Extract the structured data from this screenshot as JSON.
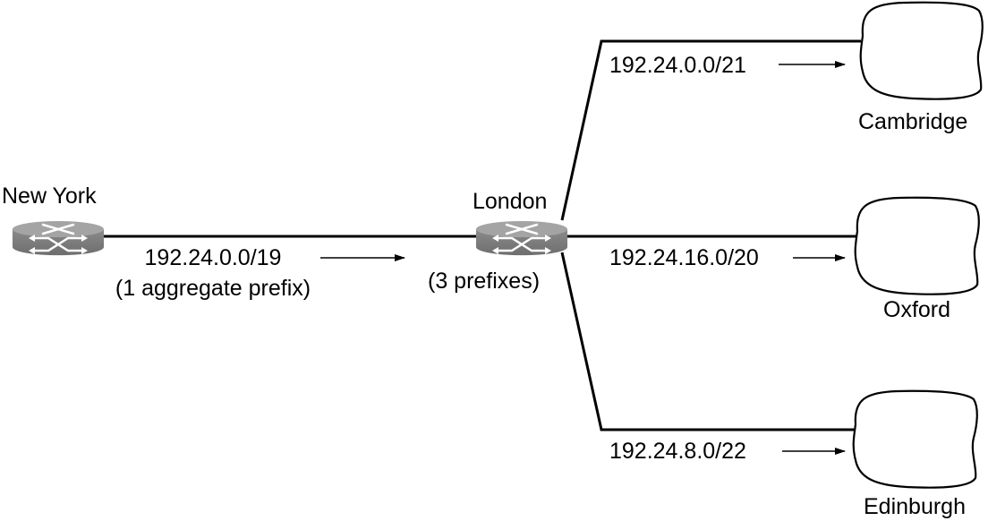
{
  "diagram": {
    "type": "route-aggregation",
    "routers": [
      {
        "id": "new-york",
        "label": "New York"
      },
      {
        "id": "london",
        "label": "London",
        "sublabel": "(3 prefixes)"
      }
    ],
    "links": [
      {
        "from": "new-york",
        "to": "london",
        "prefix": "192.24.0.0/19",
        "note": "(1 aggregate prefix)"
      },
      {
        "from": "london",
        "to": "cambridge",
        "prefix": "192.24.0.0/21"
      },
      {
        "from": "london",
        "to": "oxford",
        "prefix": "192.24.16.0/20"
      },
      {
        "from": "london",
        "to": "edinburgh",
        "prefix": "192.24.8.0/22"
      }
    ],
    "networks": [
      {
        "id": "cambridge",
        "label": "Cambridge"
      },
      {
        "id": "oxford",
        "label": "Oxford"
      },
      {
        "id": "edinburgh",
        "label": "Edinburgh"
      }
    ]
  }
}
